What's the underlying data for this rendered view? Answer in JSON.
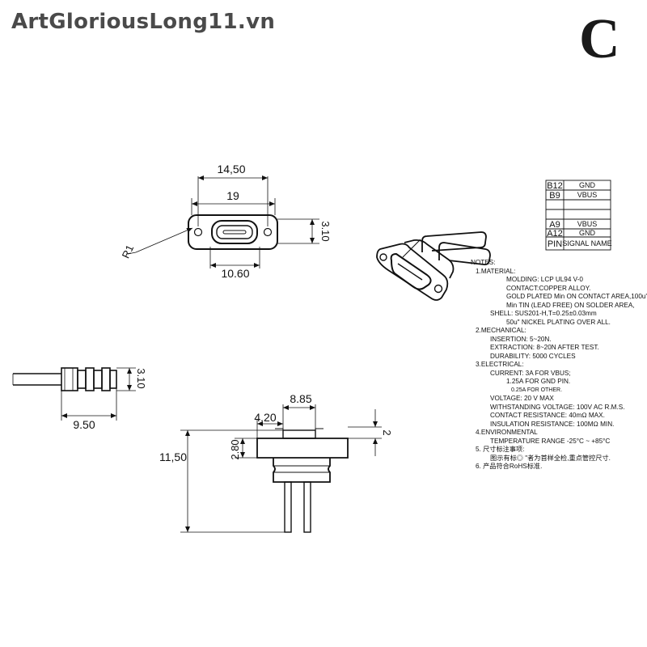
{
  "watermark": "ArtGloriousLong11.vn",
  "variant_badge": "C",
  "top_view": {
    "dim_overall": "14,50",
    "dim_holes": "19",
    "dim_height": "3.10",
    "dim_opening": "10.60",
    "radius_label": "R1"
  },
  "side_view": {
    "dim_height": "3.10",
    "dim_length": "9.50"
  },
  "front_view": {
    "dim_top_width": "8.85",
    "dim_flange": "4.20",
    "dim_total_height": "11,50",
    "dim_flange_height": "2.80",
    "dim_thickness": "2"
  },
  "pin_table": {
    "rows": [
      {
        "pin": "B12",
        "signal": "GND"
      },
      {
        "pin": "B9",
        "signal": "VBUS"
      },
      {
        "pin": "",
        "signal": ""
      },
      {
        "pin": "",
        "signal": ""
      },
      {
        "pin": "A9",
        "signal": "VBUS"
      },
      {
        "pin": "A12",
        "signal": "GND"
      },
      {
        "pin": "PIN",
        "signal": "SIGNAL NAME"
      }
    ]
  },
  "notes": [
    {
      "level": 0,
      "text": "NOTES:"
    },
    {
      "level": 1,
      "text": "1.MATERIAL:"
    },
    {
      "level": 3,
      "text": "MOLDING: LCP UL94 V-0"
    },
    {
      "level": 3,
      "text": "CONTACT:COPPER ALLOY."
    },
    {
      "level": 3,
      "text": "GOLD PLATED Min ON CONTACT AREA,100u\""
    },
    {
      "level": 3,
      "text": "Min TIN (LEAD FREE) ON SOLDER AREA,"
    },
    {
      "level": 2,
      "text": "SHELL: SUS201-H,T=0.25±0.03mm"
    },
    {
      "level": 3,
      "text": "50u\" NICKEL PLATING OVER ALL."
    },
    {
      "level": 1,
      "text": "2.MECHANICAL:"
    },
    {
      "level": 2,
      "text": "INSERTION: 5~20N."
    },
    {
      "level": 2,
      "text": "EXTRACTION: 8~20N AFTER TEST."
    },
    {
      "level": 2,
      "text": "DURABILITY: 5000 CYCLES"
    },
    {
      "level": 1,
      "text": "3.ELECTRICAL:"
    },
    {
      "level": 2,
      "text": "CURRENT: 3A FOR VBUS;"
    },
    {
      "level": 3,
      "text": "1.25A FOR GND PIN."
    },
    {
      "level": 4,
      "text": "0.25A FOR OTHER."
    },
    {
      "level": 2,
      "text": "VOLTAGE: 20 V MAX"
    },
    {
      "level": 2,
      "text": "WITHSTANDING VOLTAGE: 100V AC R.M.S."
    },
    {
      "level": 2,
      "text": "CONTACT RESISTANCE: 40mΩ MAX."
    },
    {
      "level": 2,
      "text": "INSULATION RESISTANCE: 100MΩ MIN."
    },
    {
      "level": 1,
      "text": "4.ENVIRONMENTAL"
    },
    {
      "level": 2,
      "text": "TEMPERATURE RANGE -25°C ~ +85°C"
    },
    {
      "level": 1,
      "text": "5. 尺寸标注事项:"
    },
    {
      "level": 2,
      "text": "图示有标◎ \"者为首样全检,重点管控尺寸."
    },
    {
      "level": 1,
      "text": "6. 产品符合RoHS标准."
    }
  ]
}
